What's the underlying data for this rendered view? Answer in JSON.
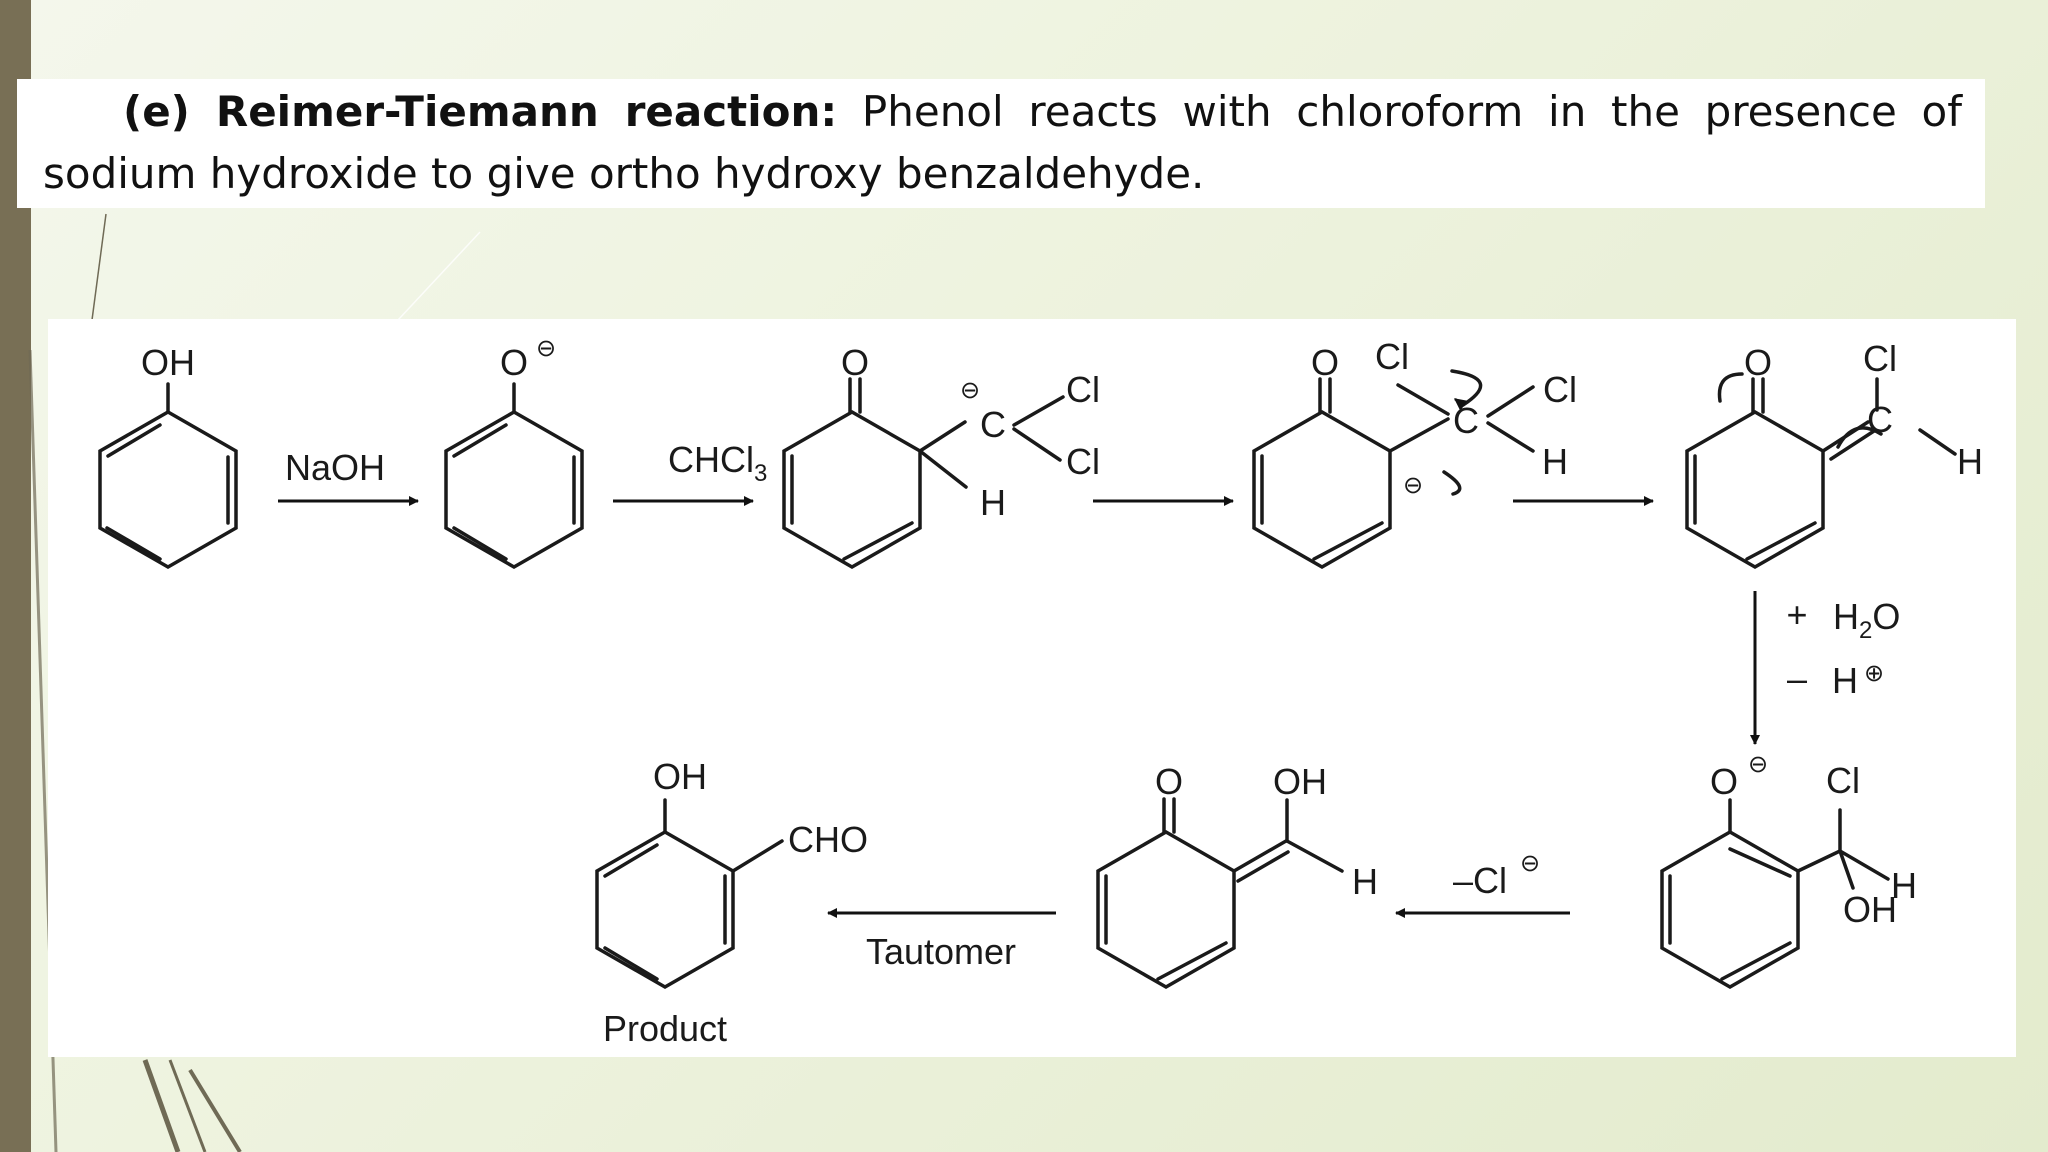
{
  "paragraph": {
    "heading": "(e) Reimer-Tiemann reaction:",
    "line1_rest": "Phenol reacts with chloroform in the presence of",
    "line2": "sodium hydroxide to give ortho hydroxy benzaldehyde."
  },
  "scheme": {
    "steps": [
      {
        "reagent": "NaOH"
      },
      {
        "reagent_main": "CHCl",
        "reagent_sub": "3"
      }
    ],
    "molecules": {
      "phenol": {
        "oh": "OH"
      },
      "phenoxide": {
        "o": "O",
        "charge": "⊖"
      },
      "intermediate1": {
        "o": "O",
        "c": "C",
        "cl_top": "Cl",
        "cl_bottom": "Cl",
        "h": "H",
        "charge": "⊖"
      },
      "intermediate2": {
        "o": "O",
        "cl_leaving": "Cl",
        "c": "C",
        "cl": "Cl",
        "h": "H",
        "charge": "⊖"
      },
      "intermediate3": {
        "o": "O",
        "cl": "Cl",
        "c": "C",
        "h": "H"
      },
      "intermediate4": {
        "o": "O",
        "charge": "⊖",
        "cl": "Cl",
        "h": "H",
        "oh": "OH"
      },
      "enol": {
        "o": "O",
        "oh": "OH",
        "h": "H"
      },
      "product": {
        "oh": "OH",
        "cho": "CHO",
        "label": "Product"
      }
    },
    "hydrolysis": {
      "plus": "+",
      "h2o_main": "H",
      "h2o_sub": "2",
      "h2o_end": "O",
      "minus": "–",
      "h": "H",
      "charge": "⊕"
    },
    "loss_cl": {
      "text": "–Cl",
      "charge": "⊖"
    },
    "tautomer": "Tautomer"
  }
}
